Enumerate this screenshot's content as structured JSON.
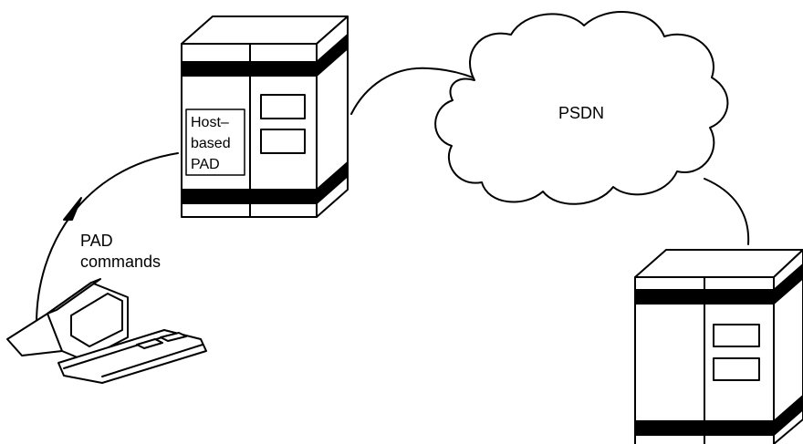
{
  "diagram": {
    "cloud_label": "PSDN",
    "pad_box_lines": [
      "Host–",
      "based",
      "PAD"
    ],
    "commands_label_lines": [
      "PAD",
      "commands"
    ]
  },
  "colors": {
    "stroke": "#000000",
    "fill": "#ffffff",
    "band": "#000000"
  },
  "icons": [
    "host-computer-icon",
    "remote-host-computer-icon",
    "cloud-icon",
    "terminal-icon"
  ]
}
